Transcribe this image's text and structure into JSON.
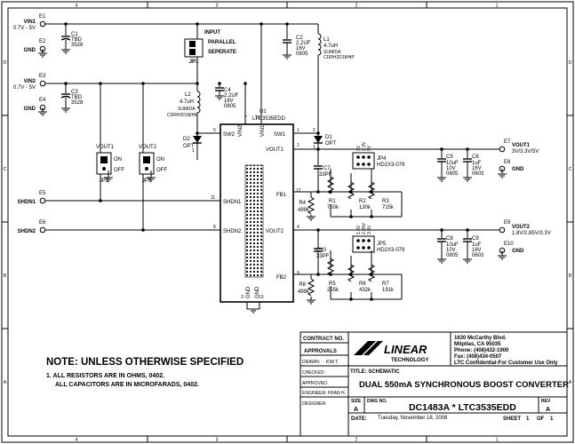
{
  "border": {
    "cols_top": [
      "4",
      "3",
      "2",
      "1"
    ],
    "cols_bottom": [
      "4",
      "3",
      "2",
      "1"
    ],
    "rows_left": [
      "D",
      "C",
      "B",
      "A"
    ],
    "rows_right": [
      "D",
      "C",
      "B",
      "A"
    ]
  },
  "terminals": {
    "e1": {
      "ref": "E1",
      "net": "VIN1",
      "range": "0.7V - 5V"
    },
    "e2": {
      "ref": "E2",
      "net": "GND"
    },
    "e3": {
      "ref": "E3",
      "net": "VIN2",
      "range": "0.7V - 5V"
    },
    "e4": {
      "ref": "E4",
      "net": "GND"
    },
    "e5": {
      "ref": "E5",
      "net": "SHDN1"
    },
    "e6": {
      "ref": "E6",
      "net": "SHDN2"
    },
    "e7": {
      "ref": "E7",
      "net": "VOUT1",
      "range": "3V/3.3V/5V"
    },
    "e8": {
      "ref": "E8",
      "net": "GND"
    },
    "e9": {
      "ref": "E9",
      "net": "VOUT2",
      "range": "1.8V/2.85V/3.3V"
    },
    "e10": {
      "ref": "E10",
      "net": "GND"
    }
  },
  "components": {
    "c1": {
      "ref": "C1",
      "value": "TBD",
      "pkg": "3528"
    },
    "c2": {
      "ref": "C2",
      "value": "2.2UF",
      "v": "16V",
      "pkg": "0805"
    },
    "c3": {
      "ref": "C3",
      "value": "TBD",
      "pkg": "3528"
    },
    "c4": {
      "ref": "C4",
      "value": "2.2UF",
      "v": "16V",
      "pkg": "0805"
    },
    "c5": {
      "ref": "C5",
      "value": "10uF",
      "v": "10V",
      "pkg": "0805"
    },
    "c6": {
      "ref": "C6",
      "value": "1uF",
      "v": "16V",
      "pkg": "0603"
    },
    "c7": {
      "ref": "C7",
      "value": "33PF"
    },
    "c8": {
      "ref": "C8",
      "value": "10uF",
      "v": "10V",
      "pkg": "0805"
    },
    "c9": {
      "ref": "C9",
      "value": "1uF",
      "v": "16V",
      "pkg": "0603"
    },
    "c10": {
      "ref": "C10",
      "value": "33PF"
    },
    "l1": {
      "ref": "L1",
      "value": "4.7uH",
      "mfr": "SUMIDA",
      "pn": "CDRH2D18/HP"
    },
    "l2": {
      "ref": "L2",
      "value": "4.7uH",
      "mfr": "SUMIDA",
      "pn": "CDRH2D18/HP"
    },
    "d1": {
      "ref": "D1",
      "value": "OPT"
    },
    "d2": {
      "ref": "D2",
      "value": "OPT"
    },
    "r1": {
      "ref": "R1",
      "value": "750k"
    },
    "r2": {
      "ref": "R2",
      "value": "130k"
    },
    "r3": {
      "ref": "R3",
      "value": "715k"
    },
    "r4": {
      "ref": "R4",
      "value": "499k"
    },
    "r5": {
      "ref": "R5",
      "value": "255k"
    },
    "r6": {
      "ref": "R6",
      "value": "432k"
    },
    "r7": {
      "ref": "R7",
      "value": "191k"
    },
    "r8": {
      "ref": "R8",
      "value": "499k"
    },
    "jp1": {
      "ref": "JP1",
      "title": "INPUT",
      "opt_a": "PARALLEL",
      "opt_b": "SEPERATE"
    },
    "jp2": {
      "ref": "JP2",
      "title": "VOUT1",
      "on": "ON",
      "off": "OFF"
    },
    "jp3": {
      "ref": "JP3",
      "title": "VOUT2",
      "on": "ON",
      "off": "OFF"
    },
    "jp4": {
      "ref": "JP4",
      "part": "HD2X3-079",
      "opts": [
        "3V",
        "3.3V",
        "5V"
      ]
    },
    "jp5": {
      "ref": "JP5",
      "part": "HD2X3-079",
      "opts": [
        "1.8V",
        "2.85V",
        "3.3V"
      ]
    }
  },
  "ic": {
    "ref": "U1",
    "part": "LTC3535EDD",
    "pins": {
      "sw2": "SW2",
      "vin2": "VIN2",
      "vin1": "VIN1",
      "sw1": "SW1",
      "vout1": "VOUT1",
      "fb1": "FB1",
      "shdn1": "SHDN1",
      "shdn2": "SHDN2",
      "vout2": "VOUT2",
      "fb2": "FB2",
      "gnd_a": "GND",
      "gnd_b": "GND"
    },
    "pin_numbers": {
      "sw2": "5",
      "vin2": "7",
      "vin1": "10",
      "sw1": "1",
      "vout1": "1",
      "fb1": "12",
      "shdn1": "11",
      "shdn2": "8",
      "vout2": "4",
      "fb2": "9",
      "gnd_a": "3",
      "gnd_b": "13"
    }
  },
  "title_block": {
    "contract_label": "CONTRACT NO.",
    "approvals_label": "APPROVALS",
    "drawn_label": "DRAWN:",
    "drawn_value": "KIM T.",
    "checked_label": "CHECKED:",
    "approved_label": "APPROVED:",
    "engineer_label": "ENGINEER:",
    "engineer_value": "FRAN H.",
    "designer_label": "DESIGNER:",
    "company_logo": "LINEAR",
    "company_sub": "TECHNOLOGY",
    "address1": "1630 McCarthy Blvd.",
    "address2": "Milpitas, CA 95035",
    "phone": "Phone: (408)432-1900",
    "fax": "Fax: (408)434-0507",
    "confidential": "LTC Confidential-For Customer Use Only",
    "title_label": "TITLE: SCHEMATIC",
    "title": "DUAL 550mA SYNCHRONOUS BOOST CONVERTER",
    "size_label": "SIZE",
    "size_value": "A",
    "dwg_label": "DWG NO.",
    "dwg_value": "DC1483A * LTC3535EDD",
    "rev_label": "REV",
    "rev_value": "A",
    "date_label": "DATE:",
    "date_value": "Tuesday, November 18, 2008",
    "sheet_label": "SHEET",
    "sheet_num": "1",
    "of_label": "OF",
    "sheet_total": "1"
  },
  "notes": {
    "heading": "NOTE: UNLESS OTHERWISE SPECIFIED",
    "line1": "1.  ALL RESISTORS ARE IN OHMS, 0402.",
    "line2": "ALL CAPACITORS ARE IN MICROFARADS, 0402."
  }
}
